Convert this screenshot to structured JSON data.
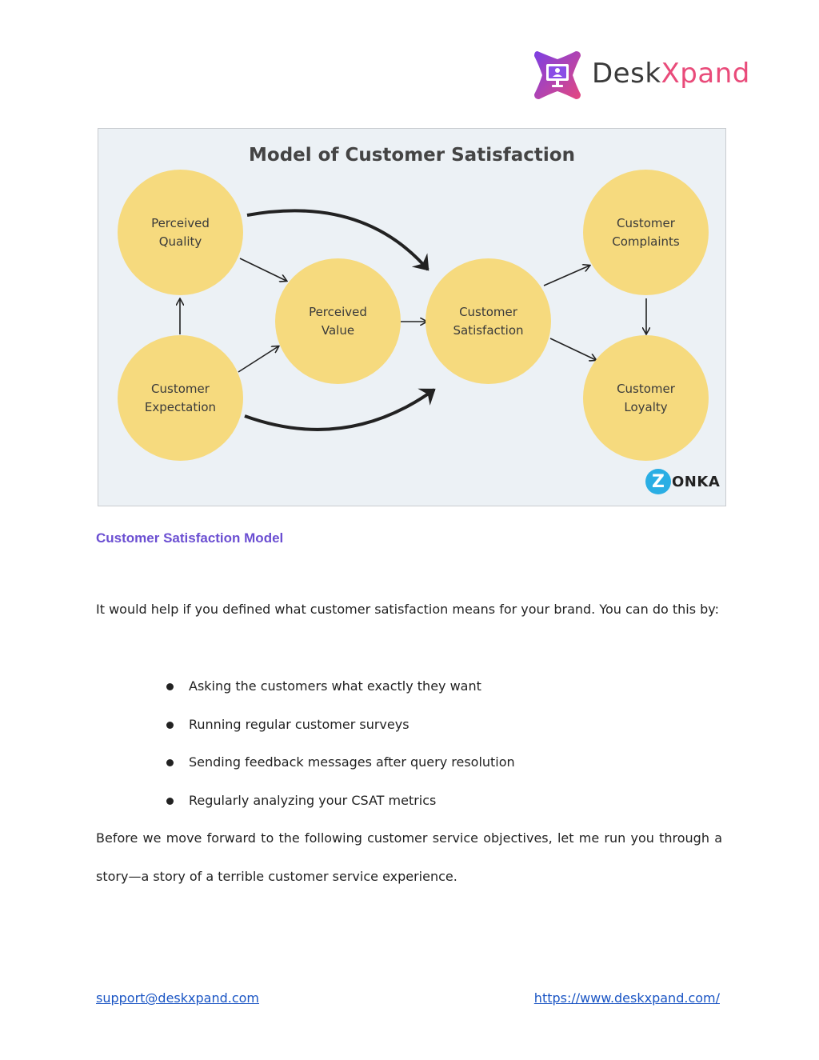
{
  "logo": {
    "text_part1": "Desk",
    "text_part2": "Xpand",
    "icon": "monitor-in-x-icon"
  },
  "figure": {
    "title": "Model of Customer Satisfaction",
    "nodes": {
      "perceived_quality": "Perceived\nQuality",
      "customer_expectation": "Customer\nExpectation",
      "perceived_value": "Perceived\nValue",
      "customer_satisfaction": "Customer\nSatisfaction",
      "customer_complaints": "Customer\nComplaints",
      "customer_loyalty": "Customer\nLoyalty"
    },
    "brand_letter": "Z",
    "brand_text": "ONKA",
    "colors": {
      "node": "#f6da7e",
      "background": "#ecf1f5"
    }
  },
  "caption": "Customer Satisfaction Model",
  "intro": "It would help if you defined what customer satisfaction means for your brand. You can do this by:",
  "bullets": [
    "Asking the customers what exactly they want",
    "Running regular customer surveys",
    "Sending feedback messages after query resolution",
    "Regularly analyzing your CSAT metrics"
  ],
  "closing": "Before we move forward to the following customer service objectives, let me run you through a story—a story of a terrible customer service experience.",
  "footer": {
    "email": "support@deskxpand.com",
    "website": "https://www.deskxpand.com/"
  }
}
